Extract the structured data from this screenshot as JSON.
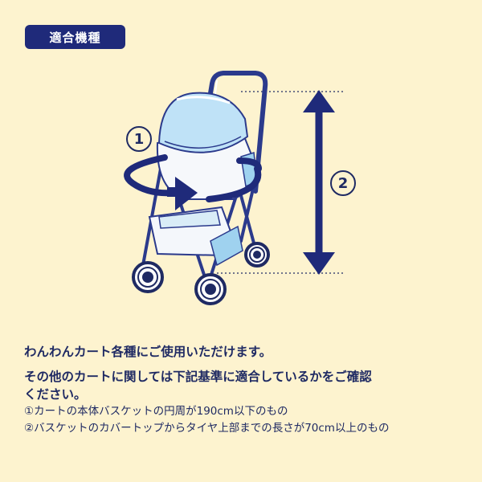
{
  "badge": {
    "label": "適合機種"
  },
  "markers": {
    "one": "1",
    "two": "2"
  },
  "text": {
    "line1": "わんわんカート各種にご使用いただけます。",
    "line2": "その他のカートに関しては下記基準に適合しているかをご確認",
    "line3": "ください。",
    "criterion1": "①カートの本体バスケットの円周が190cm以下のもの",
    "criterion2": "②バスケットのカバートップからタイヤ上部までの長さが70cm以上のもの"
  },
  "colors": {
    "background": "#fdf3cf",
    "navy": "#1f2a7a",
    "canopy": "#bfe2f7",
    "frame": "#2b3a8c"
  },
  "icons": [
    "circumference-arrow-icon",
    "height-arrow-icon",
    "stroller-illustration"
  ]
}
